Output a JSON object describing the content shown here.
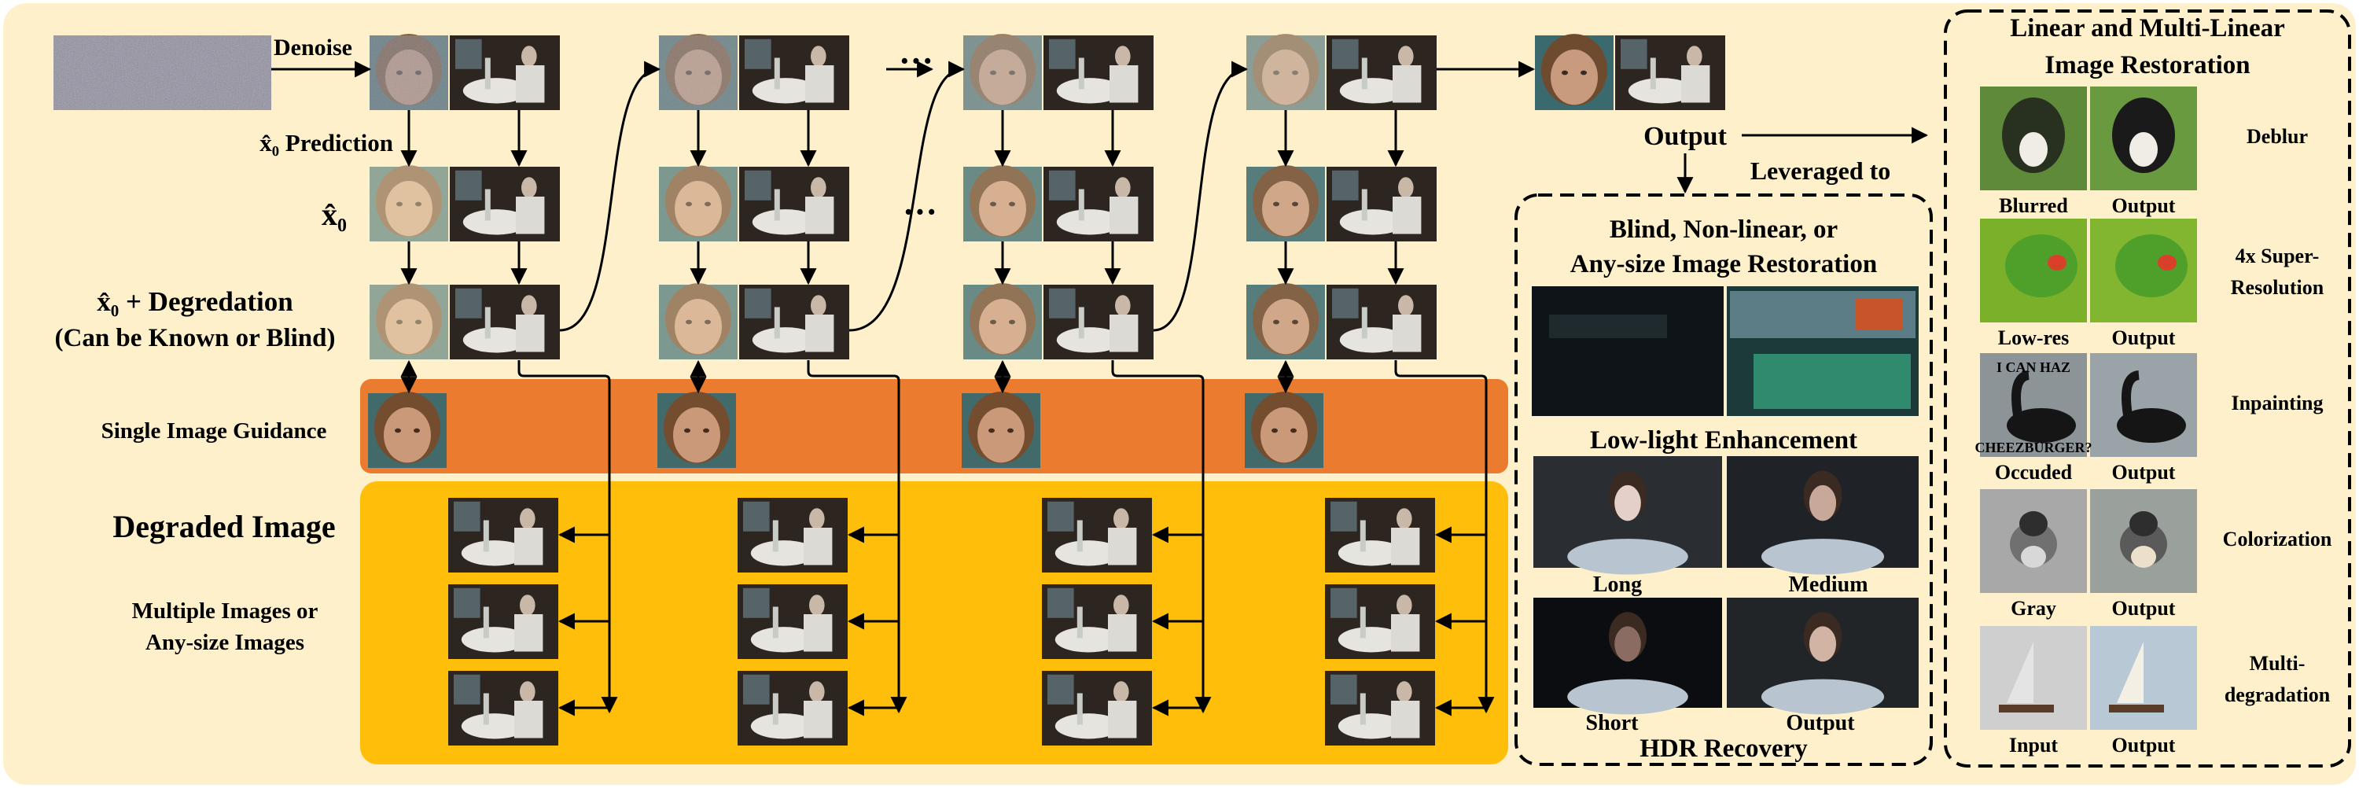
{
  "left": {
    "denoise": "Denoise",
    "x0_prediction": "x̂₀ Prediction",
    "x0": "x̂₀",
    "x0_degradation": "x̂₀ + Degredation",
    "known_or_blind": "(Can be Known or Blind)",
    "single_guidance": "Single Image Guidance",
    "degraded_image": "Degraded Image",
    "multiple_line1": "Multiple Images or",
    "multiple_line2": "Any-size Images",
    "ellipsis": "···"
  },
  "middle": {
    "output": "Output",
    "leveraged_to": "Leveraged to",
    "blind_line1": "Blind, Non-linear, or",
    "blind_line2": "Any-size Image Restoration",
    "low_light": "Low-light Enhancement",
    "long": "Long",
    "medium": "Medium",
    "short": "Short",
    "output_label": "Output",
    "hdr": "HDR Recovery"
  },
  "right": {
    "title_line1": "Linear and Multi-Linear",
    "title_line2": "Image Restoration",
    "tasks": [
      {
        "task": "Deblur",
        "task2": "",
        "input": "Blurred",
        "output": "Output"
      },
      {
        "task": "4x Super-",
        "task2": "Resolution",
        "input": "Low-res",
        "output": "Output"
      },
      {
        "task": "Inpainting",
        "task2": "",
        "input": "Occuded",
        "output": "Output"
      },
      {
        "task": "Colorization",
        "task2": "",
        "input": "Gray",
        "output": "Output"
      },
      {
        "task": "Multi-",
        "task2": "degradation",
        "input": "Input",
        "output": "Output"
      }
    ],
    "inpaint_top": "I CAN HAZ",
    "inpaint_bottom": "CHEEZBURGER?"
  },
  "colors": {
    "background": "#FDF0CB",
    "orange_band": "#EA7B2F",
    "yellow_band": "#FFBE0A",
    "noise": "#8E8C9E",
    "face_skin": "#C99B7E",
    "face_hair": "#6E4A2E",
    "face_bg": "#3A6A6E",
    "scene_dark": "#2C2520",
    "scene_white": "#E6E4DE",
    "dog_bg": "#6E9840",
    "parrot_green": "#78B028",
    "swan_water": "#9AA4A8",
    "bird_gray": "#9A9A9A",
    "sea": "#B8C6D0"
  }
}
